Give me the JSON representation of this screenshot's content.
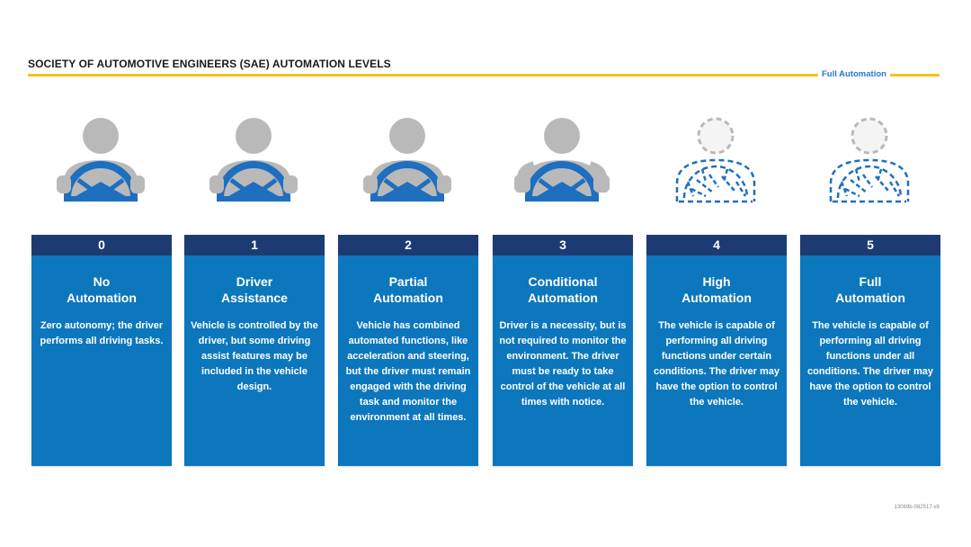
{
  "header": {
    "title": "SOCIETY OF AUTOMOTIVE ENGINEERS (SAE) AUTOMATION LEVELS",
    "rule_label": "Full Automation"
  },
  "colors": {
    "header_band": "#1d3b72",
    "column": "#0d77bd",
    "rule": "#f5c518",
    "figure_gray": "#b9b9b9",
    "wheel_blue": "#1e6fbf"
  },
  "levels": [
    {
      "number": "0",
      "title_line1": "No",
      "title_line2": "Automation",
      "description": "Zero autonomy; the driver performs all driving tasks.",
      "icon": "driver-wheel-icon",
      "icon_style": "solid"
    },
    {
      "number": "1",
      "title_line1": "Driver",
      "title_line2": "Assistance",
      "description": "Vehicle is controlled by the driver, but some driving assist features may be included in the vehicle design.",
      "icon": "driver-wheel-icon",
      "icon_style": "solid"
    },
    {
      "number": "2",
      "title_line1": "Partial",
      "title_line2": "Automation",
      "description": "Vehicle has combined automated functions, like acceleration and steering, but the driver must remain engaged with the driving task and monitor the environment at all times.",
      "icon": "driver-wheel-icon",
      "icon_style": "solid"
    },
    {
      "number": "3",
      "title_line1": "Conditional",
      "title_line2": "Automation",
      "description": "Driver is a necessity, but is not required to monitor the environment. The driver must be ready to take control of the vehicle at all times with notice.",
      "icon": "driver-no-hands-icon",
      "icon_style": "solid"
    },
    {
      "number": "4",
      "title_line1": "High",
      "title_line2": "Automation",
      "description": "The vehicle is capable of performing all driving functions under certain conditions. The driver may have the option to control the vehicle.",
      "icon": "dashed-driver-icon",
      "icon_style": "dashed"
    },
    {
      "number": "5",
      "title_line1": "Full",
      "title_line2": "Automation",
      "description": "The vehicle is capable of performing all driving functions under all conditions. The driver may have the option to control the vehicle.",
      "icon": "dashed-driver-icon",
      "icon_style": "dashed"
    }
  ],
  "footer": {
    "code": "13069b-082517-v8"
  }
}
